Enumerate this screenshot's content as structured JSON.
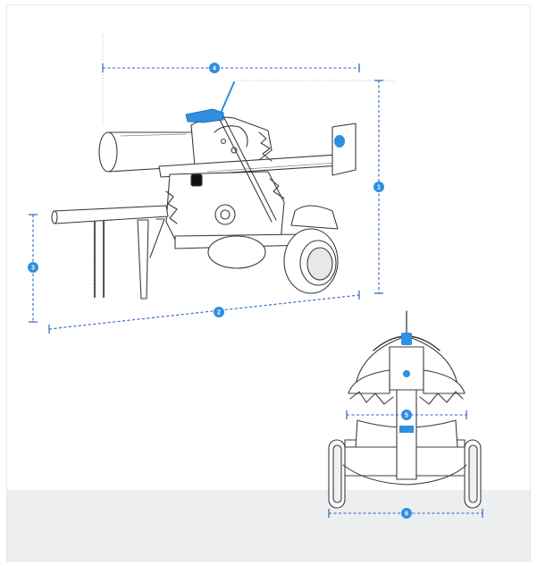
{
  "colors": {
    "accent": "#2f8fe0",
    "dimension_line": "#2a63b8",
    "outline": "#3c3c3c",
    "floor": "#eceeef",
    "background": "#ffffff"
  },
  "dimensions": [
    {
      "id": "height",
      "label": "1"
    },
    {
      "id": "length",
      "label": "2"
    },
    {
      "id": "beam-height",
      "label": "3"
    },
    {
      "id": "beam-length",
      "label": "4"
    },
    {
      "id": "beam-width",
      "label": "5"
    },
    {
      "id": "track-width",
      "label": "6"
    }
  ]
}
